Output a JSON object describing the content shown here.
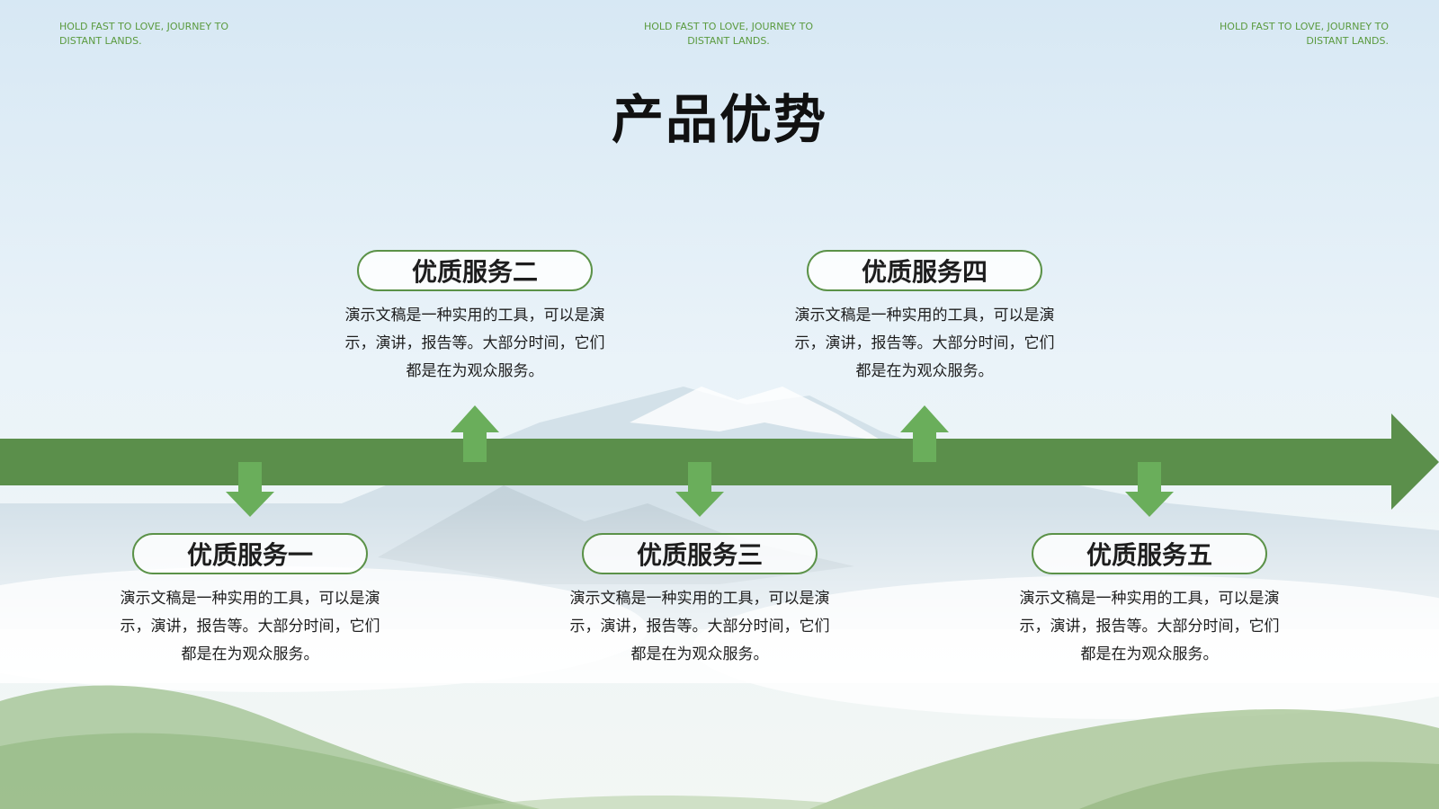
{
  "header": {
    "tagline_left": "HOLD FAST TO LOVE, JOURNEY TO DISTANT LANDS.",
    "tagline_center": "HOLD FAST TO LOVE, JOURNEY TO DISTANT LANDS.",
    "tagline_right": "HOLD FAST TO LOVE, JOURNEY TO DISTANT LANDS."
  },
  "title": "产品优势",
  "colors": {
    "accent": "#5b8f4b",
    "arrow": "#6aae5b",
    "tagline": "#5a9a3e"
  },
  "items": [
    {
      "label": "优质服务一",
      "position": "below",
      "desc": "演示文稿是一种实用的工具，可以是演示，演讲，报告等。大部分时间，它们都是在为观众服务。"
    },
    {
      "label": "优质服务二",
      "position": "above",
      "desc": "演示文稿是一种实用的工具，可以是演示，演讲，报告等。大部分时间，它们都是在为观众服务。"
    },
    {
      "label": "优质服务三",
      "position": "below",
      "desc": "演示文稿是一种实用的工具，可以是演示，演讲，报告等。大部分时间，它们都是在为观众服务。"
    },
    {
      "label": "优质服务四",
      "position": "above",
      "desc": "演示文稿是一种实用的工具，可以是演示，演讲，报告等。大部分时间，它们都是在为观众服务。"
    },
    {
      "label": "优质服务五",
      "position": "below",
      "desc": "演示文稿是一种实用的工具，可以是演示，演讲，报告等。大部分时间，它们都是在为观众服务。"
    }
  ]
}
